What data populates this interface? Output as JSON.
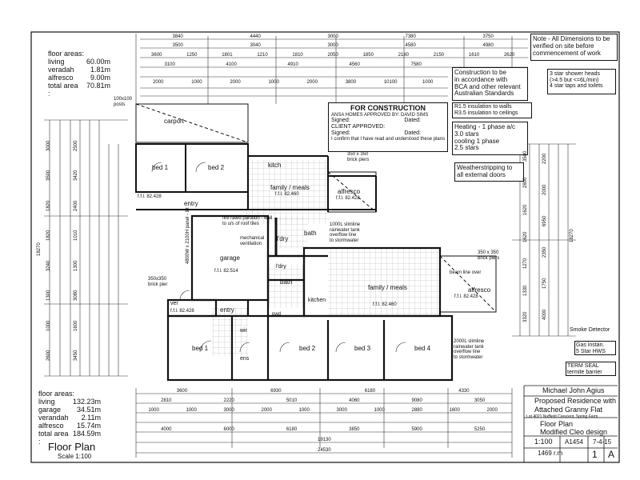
{
  "note": {
    "line1": "Note - All Dimensions to be",
    "line2": "verified on site before",
    "line3": "commencement of work"
  },
  "construction_note": {
    "line1": "Construction to be",
    "line2": "in accordance with",
    "line3": "BCA and other relevant",
    "line4": "Australian Standards"
  },
  "shower_note": {
    "line1": "3 star shower heads",
    "line2": "(>4.5 but <=6L/min)",
    "line3": "4 star taps and toilets"
  },
  "stamp": {
    "title": "FOR CONSTRUCTION",
    "ansa": "ANSA HOMES APPROVED BY: DAVID SIMS",
    "signed1": "Signed:",
    "dated1": "Dated:",
    "client": "CLIENT APPROVED:",
    "signed2": "Signed:",
    "dated2": "Dated:",
    "confirm": "I confirm that I have read and understood these plans"
  },
  "insulation": {
    "line1": "R1.5 insulation to walls",
    "line2": "R3.5 insulation to ceilings"
  },
  "heating": {
    "line1": "Heating - 1 phase a/c",
    "line2": "3.0 stars",
    "line3": "cooling 1 phase",
    "line4": "2.5 stars"
  },
  "weather": {
    "line1": "Weatherstripping to",
    "line2": "all external doors"
  },
  "granny_areas": {
    "heading": "floor areas:",
    "rows": [
      {
        "label": "living",
        "value": "60.00m"
      },
      {
        "label": "veradah",
        "value": "1.81m"
      },
      {
        "label": "alfresco",
        "value": "9.00m"
      },
      {
        "label": "total area :",
        "value": "70.81m"
      }
    ]
  },
  "main_areas": {
    "heading": "floor areas:",
    "rows": [
      {
        "label": "living",
        "value": "132.23m"
      },
      {
        "label": "garage",
        "value": "34.51m"
      },
      {
        "label": "verandah",
        "value": "2.11m"
      },
      {
        "label": "alfresco",
        "value": "15.74m"
      },
      {
        "label": "total area :",
        "value": "184.59m"
      }
    ]
  },
  "plan_title": {
    "title": "Floor Plan",
    "scale": "Scale 1:100"
  },
  "title_block": {
    "name": "Michael John Agius",
    "project1": "Proposed Residence with",
    "project2": "Attached Granny Flat",
    "address": "Lot 4021 Nuffield Crescent, Spring Farm",
    "drawing1": "Floor Plan",
    "drawing2": "Modified Cleo design",
    "scale": "1:100",
    "job": "A1454",
    "date": "7-4-15",
    "drawing_no": "1469 r.m",
    "sheet": "1",
    "rev": "A"
  },
  "side_notes": {
    "smoke": "Smoke Detector",
    "gas1": "Gas instan.",
    "gas2": "5 Star HWS",
    "term1": "TERM SEAL",
    "term2": "termite barrier",
    "tank1": "2000L slimline",
    "tank2": "rainwater tank",
    "tank3": "overflow line",
    "tank4": "to stormwater",
    "tank_top1": "1000L slimline",
    "tank_top2": "rainwater tank",
    "tank_top3": "overflow line",
    "tank_top4": "to stormwater",
    "piers1": "350 x 350",
    "piers2": "brick piers",
    "piers_top1": "350 x 350",
    "piers_top2": "brick piers",
    "fire1": "fire rated partition - wall",
    "fire2": "to u/s of roof tiles",
    "beam_over": "beam line over",
    "mech1": "mechanical",
    "mech2": "ventilation",
    "pier_lbl1": "350x350",
    "pier_lbl2": "brick pier",
    "door_lbl": "4800W x 2100H panel - lift",
    "posts1": "100x100",
    "posts2": "posts"
  },
  "rooms": {
    "carport": "carport",
    "bed1_top": "bed 1",
    "bed2_top": "bed 2",
    "kitch_top": "kitch",
    "family_top": "family / meals",
    "alfresco_top": "alfresco",
    "ffl_top_family": "f.f.l. 82.460",
    "ffl_top_alf": "f.f.l. 82.428",
    "ffl_top_bed": "f.f.l. 82.428",
    "entry_top": "entry",
    "bath_top": "bath",
    "ldry_top": "l'dry",
    "garage": "garage",
    "ffl_garage": "f.f.l. 82.514",
    "bath": "bath",
    "ldry": "l'dry",
    "kitchen": "kitchen",
    "family": "family / meals",
    "ffl_family": "f.f.l. 82.460",
    "alfresco": "alfresco",
    "ffl_alfresco": "f.f.l. 82.428",
    "entry": "entry",
    "ffl_entry": "f.f.l. 82.428",
    "ver": "ver",
    "bed1": "bed 1",
    "wir": "wir",
    "ens": "ens",
    "bed2": "bed 2",
    "bed3": "bed 3",
    "bed4": "bed 4",
    "pwd": "pwd"
  },
  "dims": {
    "top_row1": [
      "3840",
      "4440",
      "3000",
      "7380",
      "3750"
    ],
    "top_row2": [
      "3500",
      "3040",
      "3000",
      "4580",
      "4980"
    ],
    "top_row3": [
      "3600",
      "1250",
      "1801",
      "1210",
      "1810",
      "2050",
      "1850",
      "2180",
      "2150",
      "1610",
      "2620"
    ],
    "top_row4": [
      "3100",
      "4100",
      "4910",
      "4560",
      "7580"
    ],
    "top_row5": [
      "2000",
      "1000",
      "2000",
      "1000",
      "2000",
      "3800",
      "10100",
      "1000"
    ],
    "bottom_row1": [
      "3600",
      "6930",
      "6180",
      "4330"
    ],
    "bottom_row2": [
      "2810",
      "2220",
      "5010",
      "4060",
      "9080",
      "3050"
    ],
    "bottom_row3": [
      "1000",
      "1000",
      "3000",
      "2000",
      "1000",
      "3000",
      "1000",
      "2880",
      "1600",
      "2000"
    ],
    "bottom_row4": [
      "4000",
      "6000",
      "6180",
      "3850",
      "5900",
      "5250"
    ],
    "bottom_total": "24530",
    "bottom_mid": "19130",
    "left_vals": [
      "3000",
      "3500",
      "1820",
      "1820",
      "3240",
      "1300",
      "1000",
      "2600",
      "2500",
      "3420",
      "2400",
      "1010",
      "1300",
      "3080",
      "1600",
      "3450"
    ],
    "right_vals": [
      "3500",
      "2800",
      "1620",
      "1620",
      "1270",
      "1330",
      "3320",
      "2200",
      "2000",
      "6950",
      "2350",
      "1750",
      "4000"
    ],
    "right_total": "18270",
    "left_total": "18270"
  }
}
